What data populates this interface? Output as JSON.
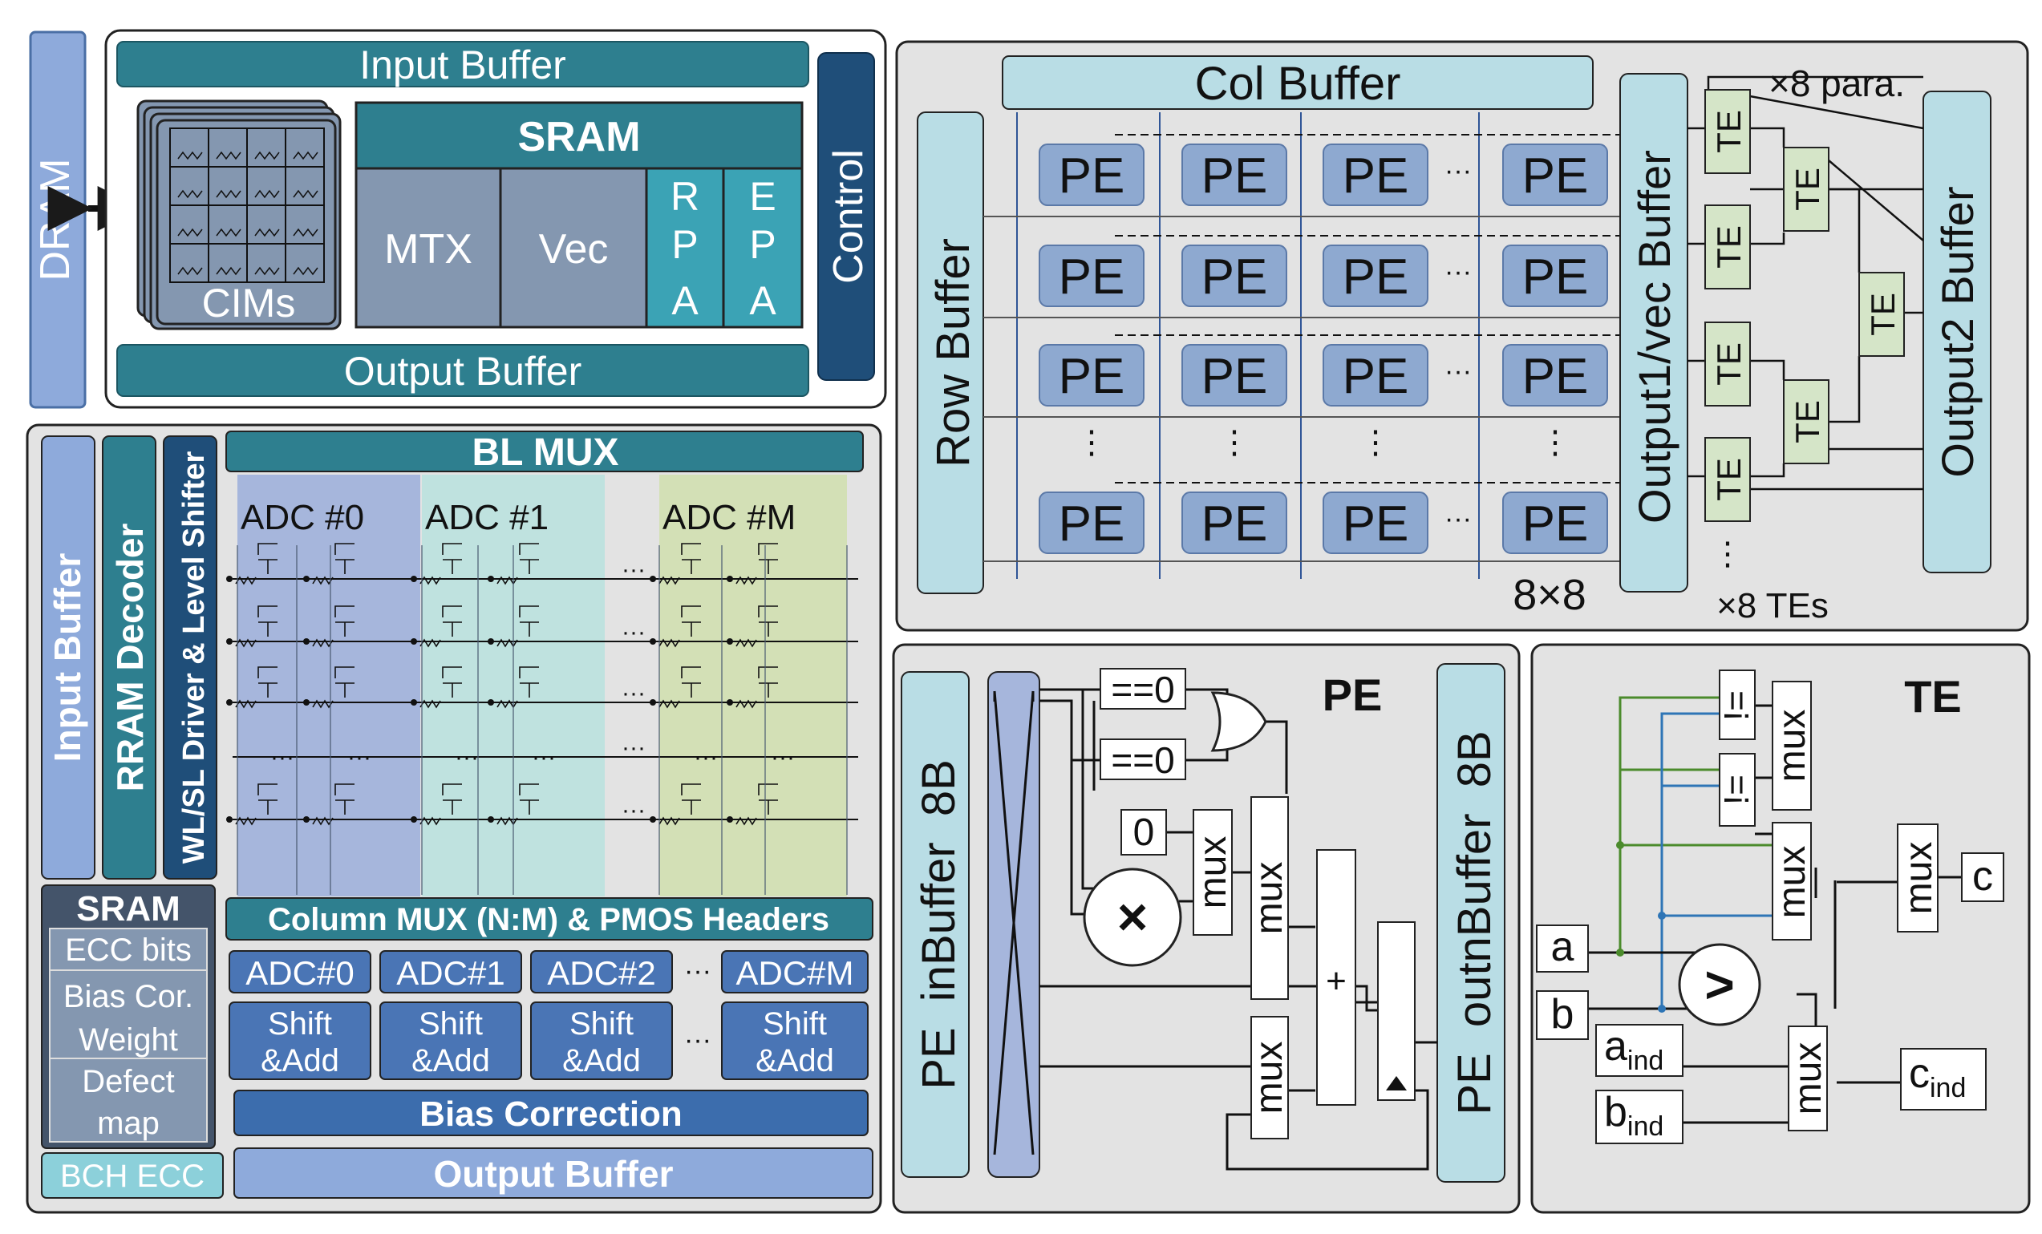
{
  "colors": {
    "teal": "#2E7F8F",
    "tealLight": "#3BA3B5",
    "navy": "#1F4E79",
    "panel": "#E3E3E3",
    "dram": "#8EAADB",
    "slate": "#8497B0",
    "lightBlue": "#B9DDE5",
    "peBlue": "#8EA9D0",
    "teGreen": "#D5E5C8",
    "colBlue": "#A6B6DC",
    "colCyan": "#BFE2DF",
    "colGreen": "#D3E0B6",
    "dark": "#1A1A1A"
  },
  "top_left": {
    "dram_label": "DRAM",
    "input_buffer": "Input Buffer",
    "output_buffer": "Output Buffer",
    "control": "Control",
    "cims_label": "CIMs",
    "sram_title": "SRAM",
    "mtx": "MTX",
    "vec": "Vec",
    "rpa": [
      "R",
      "P",
      "A"
    ],
    "epa": [
      "E",
      "P",
      "A"
    ]
  },
  "bottom_left": {
    "input_buffer": "Input Buffer",
    "rram_decoder": "RRAM Decoder",
    "wl_driver": "WL/SL Driver & Level Shifter",
    "bl_mux": "BL MUX",
    "adc_groups": [
      "ADC #0",
      "ADC #1",
      "ADC #M"
    ],
    "ellipsis": "···",
    "column_mux": "Column MUX (N:M) & PMOS Headers",
    "adcs": [
      "ADC#0",
      "ADC#1",
      "ADC#2",
      "ADC#M"
    ],
    "shift_add": [
      "Shift",
      "&Add"
    ],
    "bias_correction": "Bias Correction",
    "output_buffer": "Output Buffer",
    "sram_title": "SRAM",
    "sram_items": [
      "ECC bits",
      "Bias Cor.",
      "Weight",
      "Defect",
      "map"
    ],
    "bch_ecc": "BCH ECC"
  },
  "array": {
    "col_buffer": "Col Buffer",
    "row_buffer": "Row Buffer",
    "pe": "PE",
    "ellipsis_h": "···",
    "ellipsis_v": "⋮",
    "size": "8×8",
    "out1_buffer": "Output1/vec Buffer",
    "out2_buffer": "Output2 Buffer",
    "te": "TE",
    "para": "×8 para.",
    "tes": "×8 TEs"
  },
  "pe_detail": {
    "title": "PE",
    "in_buffer": "PE  inBuffer  8B",
    "out_buffer": "PE  outnBuffer  8B",
    "eq_zero": "==0",
    "zero": "0",
    "times": "×",
    "mux": "mux",
    "plus": "+"
  },
  "te_detail": {
    "title": "TE",
    "a": "a",
    "b": "b",
    "a_ind": "a",
    "b_ind": "b",
    "ind": "ind",
    "c": "c",
    "c_ind": "c",
    "mux": "mux",
    "gt": ">",
    "eq": "!="
  }
}
